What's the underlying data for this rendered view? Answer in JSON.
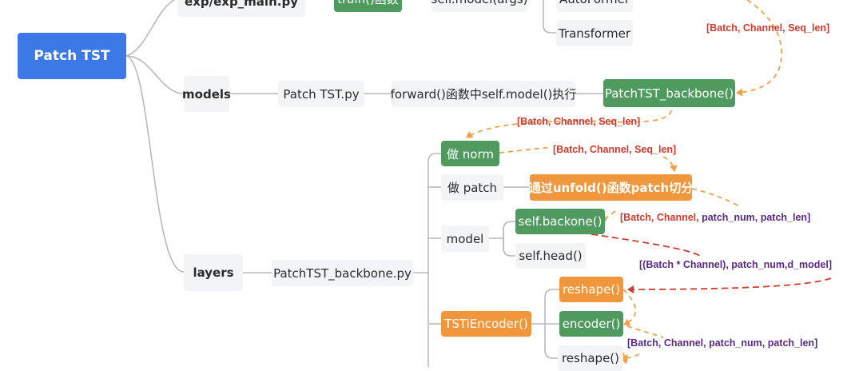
{
  "root": {
    "label": "Patch TST"
  },
  "branches": {
    "exp": {
      "label": "exp/exp_main.py",
      "train": "train()函数",
      "model_call": "self.model(args)",
      "autoformer": "AutoFormer",
      "transformer": "Transformer"
    },
    "models": {
      "label": "models",
      "file": "Patch TST.py",
      "forward": "forward()函数中self.model()执行",
      "backbone": "PatchTST_backbone()"
    },
    "layers": {
      "label": "layers",
      "file": "PatchTST_backbone.py",
      "norm": "做 norm",
      "patch": "做 patch",
      "unfold": "通过unfold()函数patch切分",
      "model": "model",
      "backone": "self.backone()",
      "head": "self.head()",
      "encoder_group": "TSTiEncoder()",
      "reshape1": "reshape()",
      "encoder": "encoder()",
      "reshape2": "reshape()"
    }
  },
  "annotations": {
    "a1": "[Batch, Channel,  Seq_len]",
    "a2": "[Batch, Channel,  Seq_len]",
    "a3": "[Batch, Channel,  Seq_len]",
    "a4_red": "[Batch, Channel, ",
    "a4_purple": " patch_num, patch_len]",
    "a5_red": "[(Batch * Channel), ",
    "a5_purple": " patch_num,d_model]",
    "a6_red": "[Batch, Channel, ",
    "a6_purple": " patch_num, patch_len]"
  },
  "colors": {
    "root": "#3c78e6",
    "green": "#4f9a5e",
    "orange": "#f0963c",
    "red_text": "#d13a2e",
    "purple_text": "#5b2a86",
    "line": "#b9b9b9",
    "arrow_orange": "#f0a048",
    "arrow_red": "#d13a2e"
  }
}
